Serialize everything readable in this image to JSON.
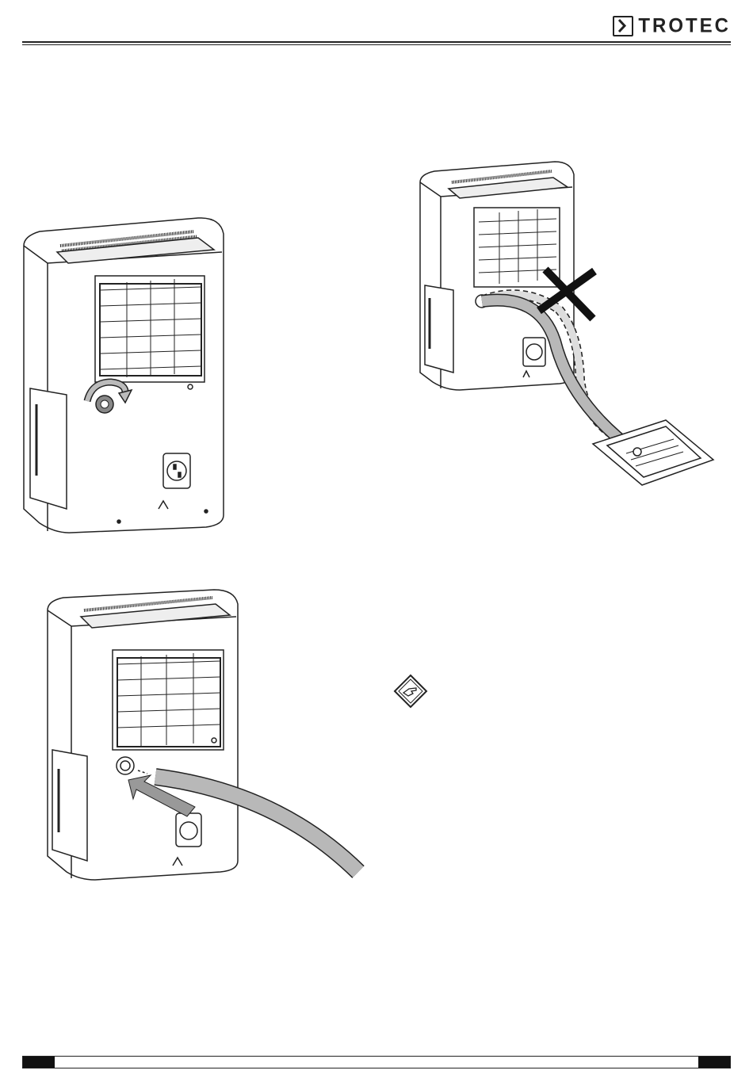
{
  "header": {
    "logo_text": "TROTEC",
    "logo_mark_icon": "chevron-right-icon"
  },
  "figures": [
    {
      "id": "rotate-cap",
      "icons": [
        "rotate-arrow-icon"
      ]
    },
    {
      "id": "hose-correct-incorrect",
      "icons": [
        "cross-icon"
      ]
    },
    {
      "id": "attach-hose",
      "icons": [
        "insert-arrow-icon"
      ]
    }
  ],
  "note": {
    "icon": "pointing-hand-icon"
  },
  "colors": {
    "line": "#222222",
    "hose": "#b8b8b8"
  }
}
